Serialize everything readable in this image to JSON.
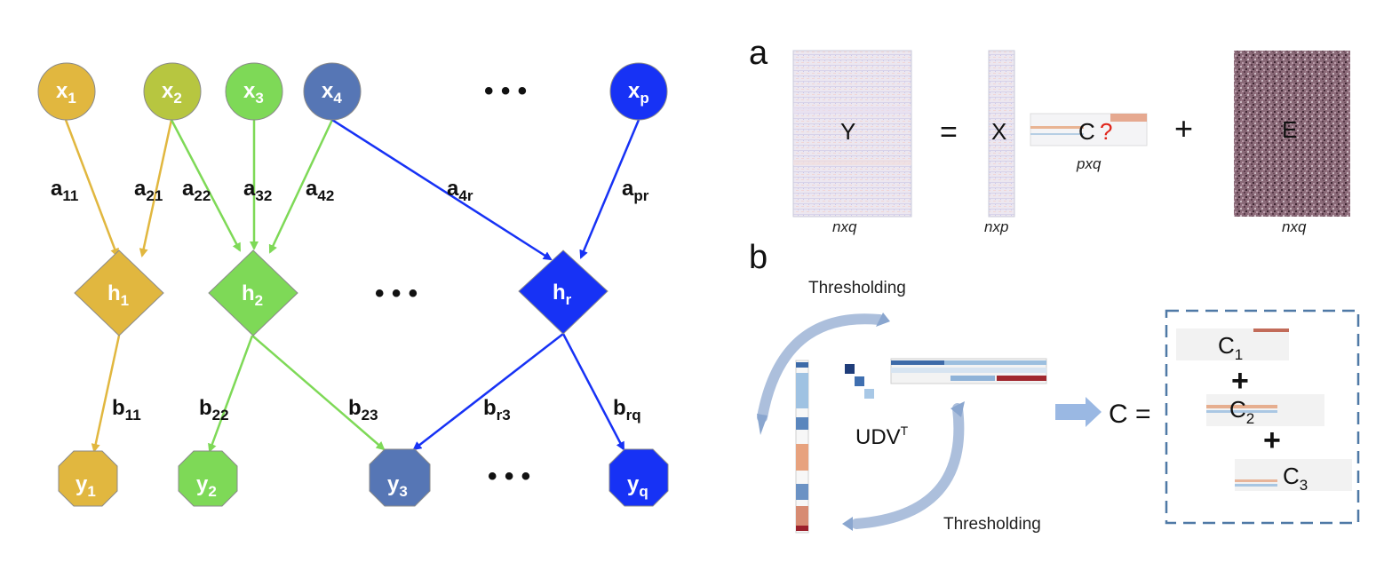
{
  "left": {
    "inputs": [
      {
        "base": "x",
        "sub": "1",
        "color": "#E1B73F"
      },
      {
        "base": "x",
        "sub": "2",
        "color": "#B7C640"
      },
      {
        "base": "x",
        "sub": "3",
        "color": "#7ED957"
      },
      {
        "base": "x",
        "sub": "4",
        "color": "#5676B5"
      },
      {
        "base": "x",
        "sub": "p",
        "color": "#1732F5"
      }
    ],
    "hidden": [
      {
        "base": "h",
        "sub": "1",
        "color": "#E1B73F"
      },
      {
        "base": "h",
        "sub": "2",
        "color": "#7ED957"
      },
      {
        "base": "h",
        "sub": "r",
        "color": "#1732F5"
      }
    ],
    "outputs": [
      {
        "base": "y",
        "sub": "1",
        "color": "#E1B73F"
      },
      {
        "base": "y",
        "sub": "2",
        "color": "#7ED957"
      },
      {
        "base": "y",
        "sub": "3",
        "color": "#5676B5"
      },
      {
        "base": "y",
        "sub": "q",
        "color": "#1732F5"
      }
    ],
    "a_edges": [
      {
        "base": "a",
        "sub": "11"
      },
      {
        "base": "a",
        "sub": "21"
      },
      {
        "base": "a",
        "sub": "22"
      },
      {
        "base": "a",
        "sub": "32"
      },
      {
        "base": "a",
        "sub": "42"
      },
      {
        "base": "a",
        "sub": "4r"
      },
      {
        "base": "a",
        "sub": "pr"
      }
    ],
    "b_edges": [
      {
        "base": "b",
        "sub": "11"
      },
      {
        "base": "b",
        "sub": "22"
      },
      {
        "base": "b",
        "sub": "23"
      },
      {
        "base": "b",
        "sub": "r3"
      },
      {
        "base": "b",
        "sub": "rq"
      }
    ],
    "ellipsis": "• • •"
  },
  "panel_a": {
    "letter": "a",
    "Y": "Y",
    "Y_dim": "nxq",
    "equals": "=",
    "X": "X",
    "X_dim": "nxp",
    "C": "C",
    "C_mark": "?",
    "C_dim": "pxq",
    "plus": "+",
    "E": "E",
    "E_dim": "nxq"
  },
  "panel_b": {
    "letter": "b",
    "thresh_top": "Thresholding",
    "thresh_bottom": "Thresholding",
    "udv_base": "UDV",
    "udv_sup": "T",
    "c_eq": "C =",
    "C1_base": "C",
    "C1_sub": "1",
    "C2_base": "C",
    "C2_sub": "2",
    "C3_base": "C",
    "C3_sub": "3",
    "plus": "+"
  }
}
